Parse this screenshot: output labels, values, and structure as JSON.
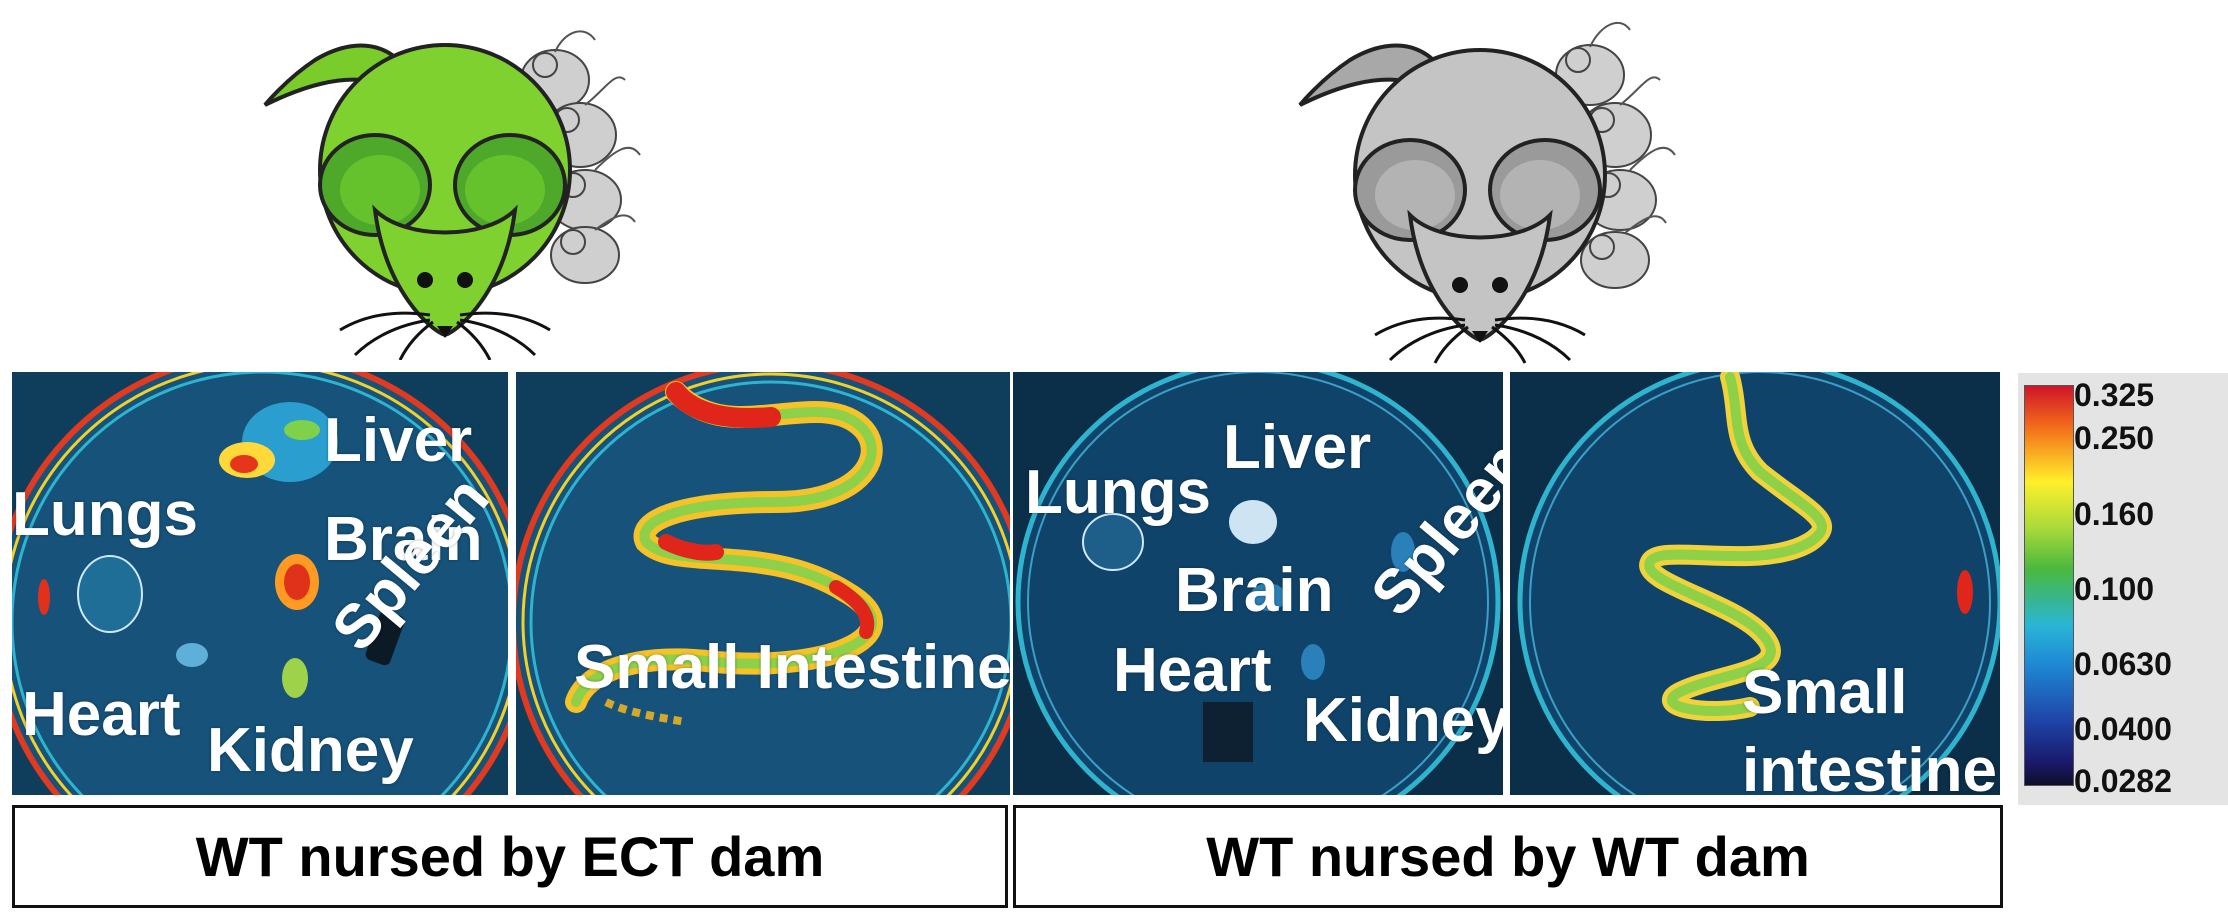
{
  "panels": {
    "ect_organs": {
      "lungs": "Lungs",
      "liver": "Liver",
      "brain": "Brain",
      "heart": "Heart",
      "kidney": "Kidney",
      "spleen": "Spleen"
    },
    "ect_intestine": {
      "small_intestine": "Small Intestine"
    },
    "wt_organs": {
      "lungs": "Lungs",
      "liver": "Liver",
      "brain": "Brain",
      "heart": "Heart",
      "kidney": "Kidney",
      "spleen": "Spleen"
    },
    "wt_intestine": {
      "small": "Small",
      "intestine": "intestine"
    }
  },
  "conditions": {
    "left": "WT nursed by ECT dam",
    "right": "WT nursed by WT dam"
  },
  "scale": {
    "ticks": [
      "0.325",
      "0.250",
      "0.160",
      "0.100",
      "0.0630",
      "0.0400",
      "0.0282"
    ],
    "colors": [
      "#d0142a",
      "#fff02a",
      "#48b83e",
      "#2ab5d6",
      "#1a1a6e"
    ]
  },
  "icons": [
    "green-mother-mouse-icon",
    "gray-mother-mouse-icon",
    "pup-mice-icon"
  ]
}
